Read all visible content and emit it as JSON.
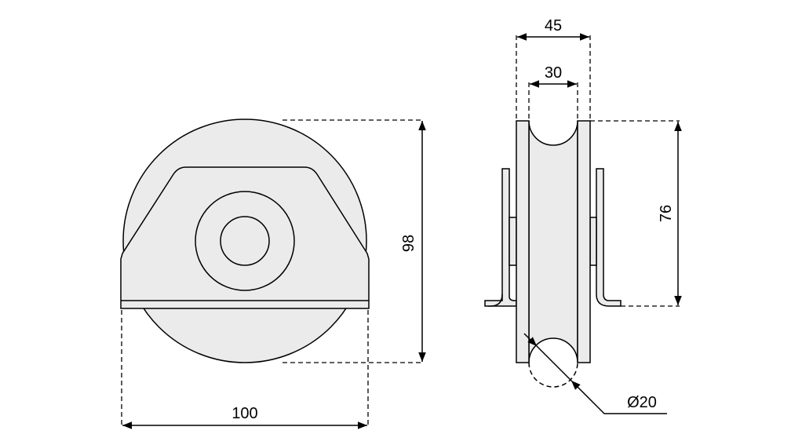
{
  "dimensions": {
    "width_front": "100",
    "height_front": "98",
    "outer_width": "45",
    "groove_width": "30",
    "bracket_height": "76",
    "groove_diameter": "Ø20"
  },
  "colors": {
    "fill": "#ebebeb",
    "stroke": "#000000"
  }
}
